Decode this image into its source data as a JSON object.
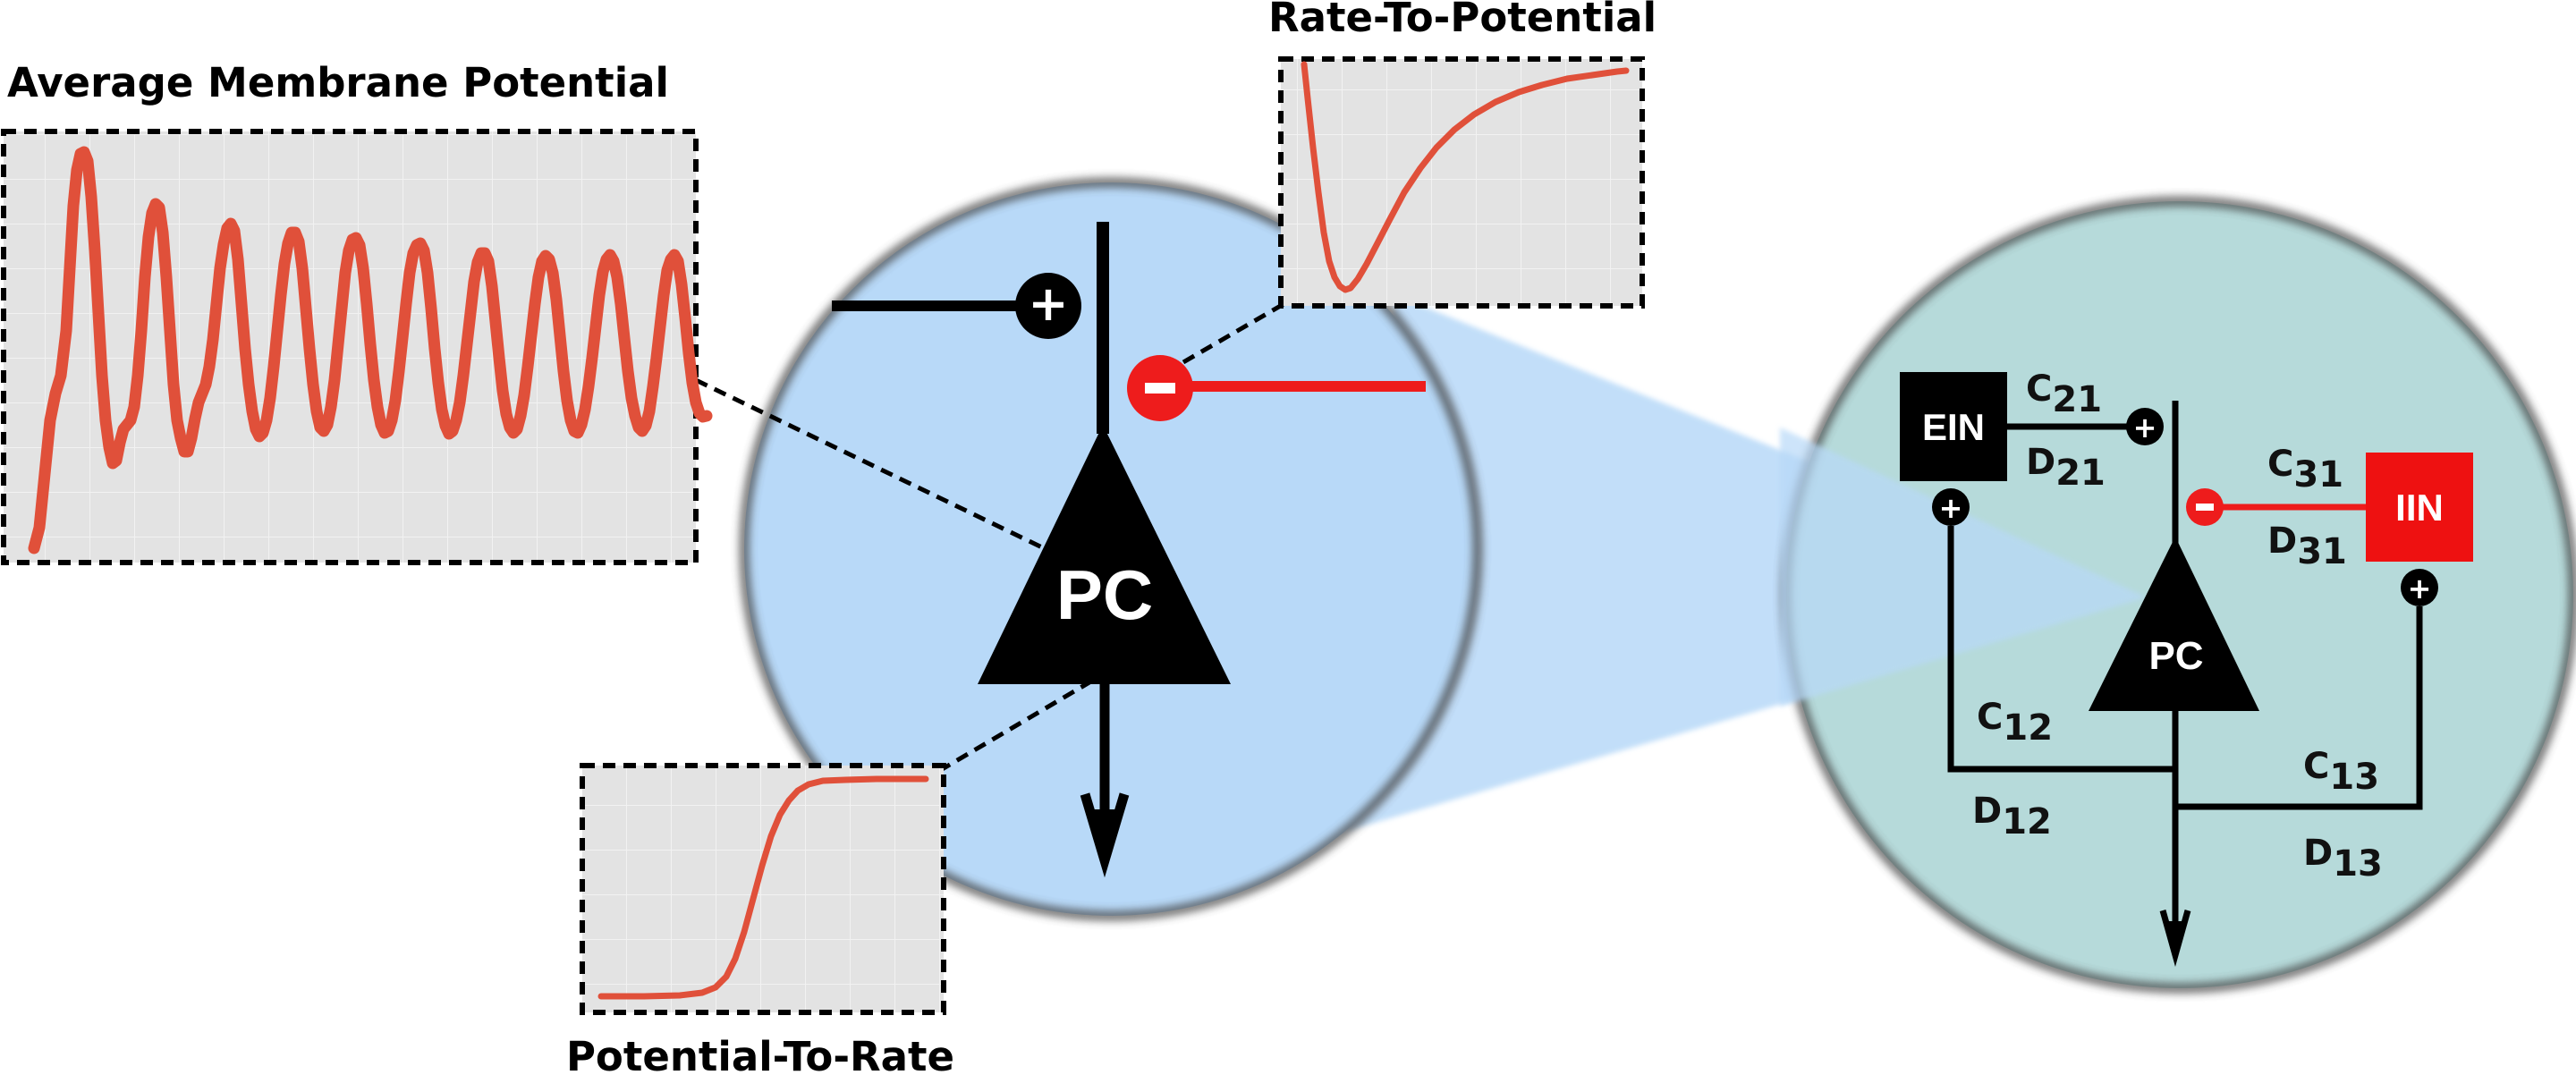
{
  "titles": {
    "avg_membrane": "Average Membrane Potential",
    "rate_to_potential": "Rate-To-Potential",
    "potential_to_rate": "Potential-To-Rate"
  },
  "nodes": {
    "pc_large": "PC",
    "pc_small": "PC",
    "ein": "EIN",
    "iin": "IIN"
  },
  "connections": {
    "c21": {
      "main": "C",
      "sub": "21"
    },
    "d21": {
      "main": "D",
      "sub": "21"
    },
    "c31": {
      "main": "C",
      "sub": "31"
    },
    "d31": {
      "main": "D",
      "sub": "31"
    },
    "c12": {
      "main": "C",
      "sub": "12"
    },
    "d12": {
      "main": "D",
      "sub": "12"
    },
    "c13": {
      "main": "C",
      "sub": "13"
    },
    "d13": {
      "main": "D",
      "sub": "13"
    }
  },
  "colors": {
    "curve": "#e0503a",
    "inhibitory": "#ee1c1c",
    "iin_box": "#ee1111",
    "zoom_circle": "#b8d9f8",
    "microcircuit_circle": "#b6dada",
    "inset_bg": "#e3e3e3",
    "black": "#000000"
  },
  "symbols": {
    "excitatory": "+",
    "inhibitory": "−"
  }
}
